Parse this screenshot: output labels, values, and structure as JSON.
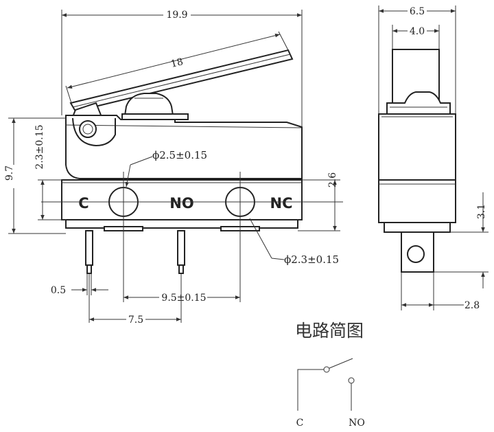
{
  "dimensions": {
    "overall_length": "19.9",
    "lever_length": "18",
    "height_total": "9.7",
    "mount_hole_offset": "2.3±0.15",
    "hole_c_diameter": "ϕ2.5±0.15",
    "hole_nc_diameter": "ϕ2.3±0.15",
    "base_offset": "2.6",
    "pin_width": "0.5",
    "hole_spacing": "9.5±0.15",
    "pin_spacing": "7.5",
    "body_width": "6.5",
    "actuator_width": "4.0",
    "side_height": "3.1",
    "side_offset": "2.8"
  },
  "terminals": {
    "c": "C",
    "no": "NO",
    "nc": "NC"
  },
  "circuit": {
    "title": "电路简图",
    "label_c": "C",
    "label_no": "NO"
  }
}
